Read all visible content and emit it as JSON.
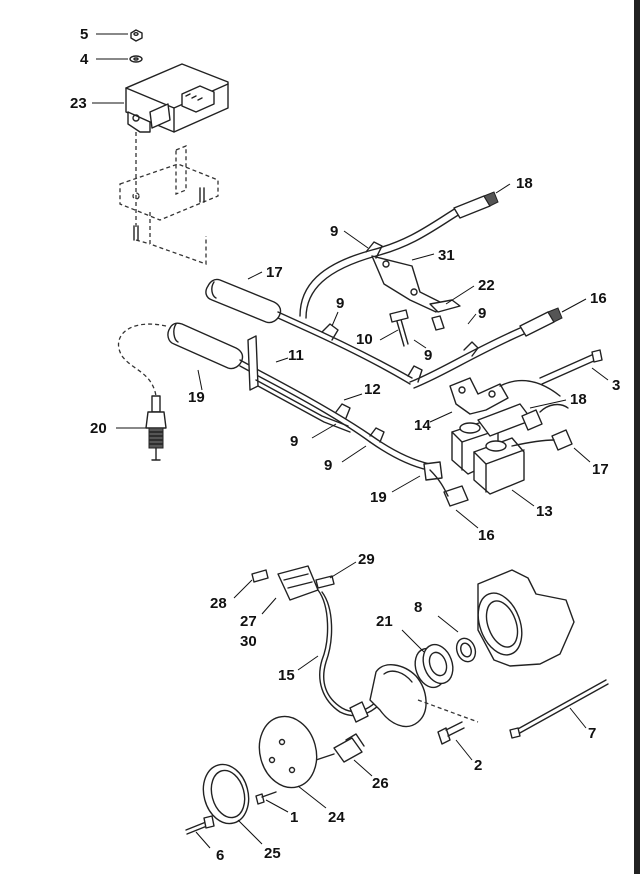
{
  "callouts": [
    {
      "id": "c5",
      "text": "5"
    },
    {
      "id": "c4",
      "text": "4"
    },
    {
      "id": "c23",
      "text": "23"
    },
    {
      "id": "c18a",
      "text": "18"
    },
    {
      "id": "c9a",
      "text": "9"
    },
    {
      "id": "c31",
      "text": "31"
    },
    {
      "id": "c17a",
      "text": "17"
    },
    {
      "id": "c22",
      "text": "22"
    },
    {
      "id": "c16a",
      "text": "16"
    },
    {
      "id": "c9b",
      "text": "9"
    },
    {
      "id": "c10",
      "text": "10"
    },
    {
      "id": "c9c",
      "text": "9"
    },
    {
      "id": "c9d",
      "text": "9"
    },
    {
      "id": "c11",
      "text": "11"
    },
    {
      "id": "c19a",
      "text": "19"
    },
    {
      "id": "c3",
      "text": "3"
    },
    {
      "id": "c12",
      "text": "12"
    },
    {
      "id": "c18b",
      "text": "18"
    },
    {
      "id": "c14",
      "text": "14"
    },
    {
      "id": "c20",
      "text": "20"
    },
    {
      "id": "c9e",
      "text": "9"
    },
    {
      "id": "c17b",
      "text": "17"
    },
    {
      "id": "c9f",
      "text": "9"
    },
    {
      "id": "c19b",
      "text": "19"
    },
    {
      "id": "c13",
      "text": "13"
    },
    {
      "id": "c16b",
      "text": "16"
    },
    {
      "id": "c29",
      "text": "29"
    },
    {
      "id": "c28",
      "text": "28"
    },
    {
      "id": "c8",
      "text": "8"
    },
    {
      "id": "c27",
      "text": "27"
    },
    {
      "id": "c21",
      "text": "21"
    },
    {
      "id": "c30",
      "text": "30"
    },
    {
      "id": "c15",
      "text": "15"
    },
    {
      "id": "c7",
      "text": "7"
    },
    {
      "id": "c2",
      "text": "2"
    },
    {
      "id": "c26",
      "text": "26"
    },
    {
      "id": "c1",
      "text": "1"
    },
    {
      "id": "c24",
      "text": "24"
    },
    {
      "id": "c6",
      "text": "6"
    },
    {
      "id": "c25",
      "text": "25"
    }
  ]
}
